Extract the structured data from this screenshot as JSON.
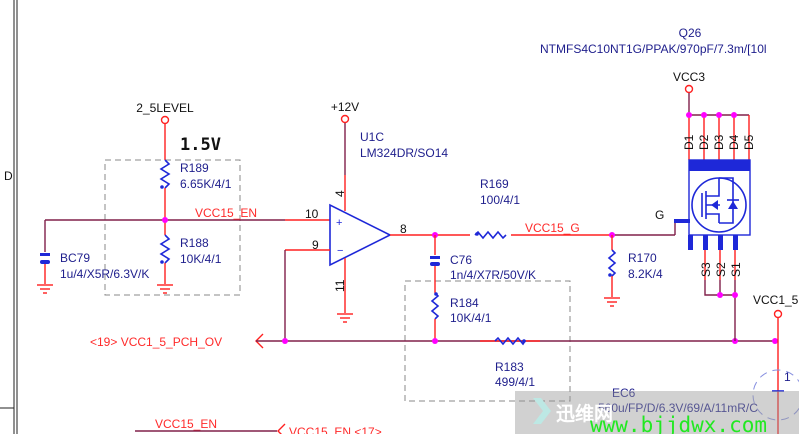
{
  "sheet": {
    "zone_label": "D"
  },
  "nets": {
    "level": "2_5LEVEL",
    "vcc12": "+12V",
    "vcc3": "VCC3",
    "vcc15_en": "VCC15_EN",
    "vcc15_g": "VCC15_G",
    "vcc1_5": "VCC1_5",
    "pch_ov": "<19>  VCC1_5_PCH_OV",
    "vcc15_en_bottom": "VCC15_EN",
    "vcc15_en_port": "VCC15_EN  <17>"
  },
  "annotation": "1.5V",
  "components": {
    "r189": {
      "ref": "R189",
      "value": "6.65K/4/1"
    },
    "r188": {
      "ref": "R188",
      "value": "10K/4/1"
    },
    "bc79": {
      "ref": "BC79",
      "value": "1u/4/X5R/6.3V/K"
    },
    "u1c": {
      "ref": "U1C",
      "value": "LM324DR/SO14",
      "pins": {
        "plus": "10",
        "minus": "9",
        "out": "8",
        "vcc": "4",
        "gnd": "11"
      }
    },
    "r169": {
      "ref": "R169",
      "value": "100/4/1"
    },
    "c76": {
      "ref": "C76",
      "value": "1n/4/X7R/50V/K"
    },
    "r184": {
      "ref": "R184",
      "value": "10K/4/1"
    },
    "r183": {
      "ref": "R183",
      "value": "499/4/1"
    },
    "r170": {
      "ref": "R170",
      "value": "8.2K/4"
    },
    "q26": {
      "ref": "Q26",
      "value": "NTMFS4C10NT1G/PPAK/970pF/7.3m/[10l",
      "gate": "G",
      "drains": [
        "D1",
        "D2",
        "D3",
        "D4",
        "D5"
      ],
      "sources": [
        "S3",
        "S2",
        "S1"
      ]
    },
    "ec6": {
      "ref": "EC6",
      "value": "560u/FP/D/6.3V/69/A/11mR/C",
      "pin": "1"
    }
  },
  "watermark": {
    "brand": "迅维网",
    "url": "www.bjjdwx.com"
  },
  "colors": {
    "wire": "#80204a",
    "pin": "#ff2020",
    "component": "#1e28d8",
    "junction": "#ff00ff",
    "net_label": "#ff2a2a",
    "ref_label": "#1e1e8c"
  }
}
